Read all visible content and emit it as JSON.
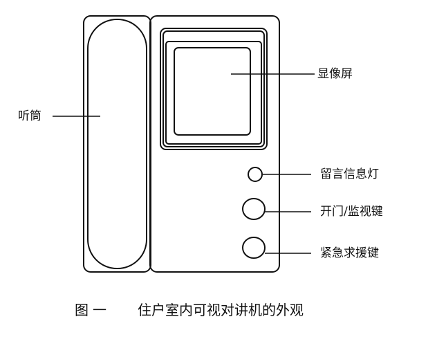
{
  "labels": {
    "handset": "听筒",
    "screen": "显像屏",
    "message_light": "留言信息灯",
    "door_monitor_key": "开门/监视键",
    "emergency_key": "紧急求援键"
  },
  "caption": {
    "figure_no": "图一",
    "title": "住户室内可视对讲机的外观"
  }
}
